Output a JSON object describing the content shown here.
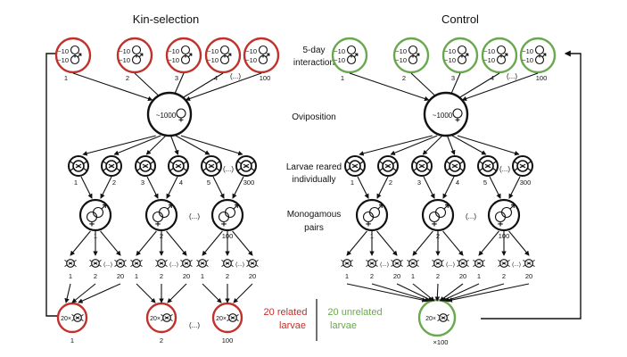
{
  "headings": {
    "left": "Kin-selection",
    "right": "Control"
  },
  "stages": {
    "interaction": [
      "5-day",
      "interaction"
    ],
    "oviposition": "Oviposition",
    "larvae": [
      "Larvae reared",
      "individually"
    ],
    "pairs": [
      "Monogamous",
      "pairs"
    ]
  },
  "texts": {
    "female_count": "~10",
    "male_count": "~10",
    "egg_count": "~1000",
    "ellipsis": "(...)",
    "pool_count": "20×",
    "pool_multiplier": "×100"
  },
  "labels": {
    "group_labels": [
      "1",
      "2",
      "3",
      "4",
      "100"
    ],
    "larvae_labels": [
      "1",
      "2",
      "3",
      "4",
      "5",
      "300"
    ],
    "pair_labels": [
      "1",
      "2",
      "100"
    ],
    "offspring_labels": [
      "1",
      "2",
      "20"
    ],
    "pool_labels": [
      "1",
      "2",
      "100"
    ]
  },
  "legend": {
    "related": [
      "20 related",
      "larvae"
    ],
    "unrelated": [
      "20 unrelated",
      "larvae"
    ]
  },
  "colors": {
    "related": "#c0312b",
    "unrelated": "#6aa84f",
    "ink": "#111111"
  }
}
